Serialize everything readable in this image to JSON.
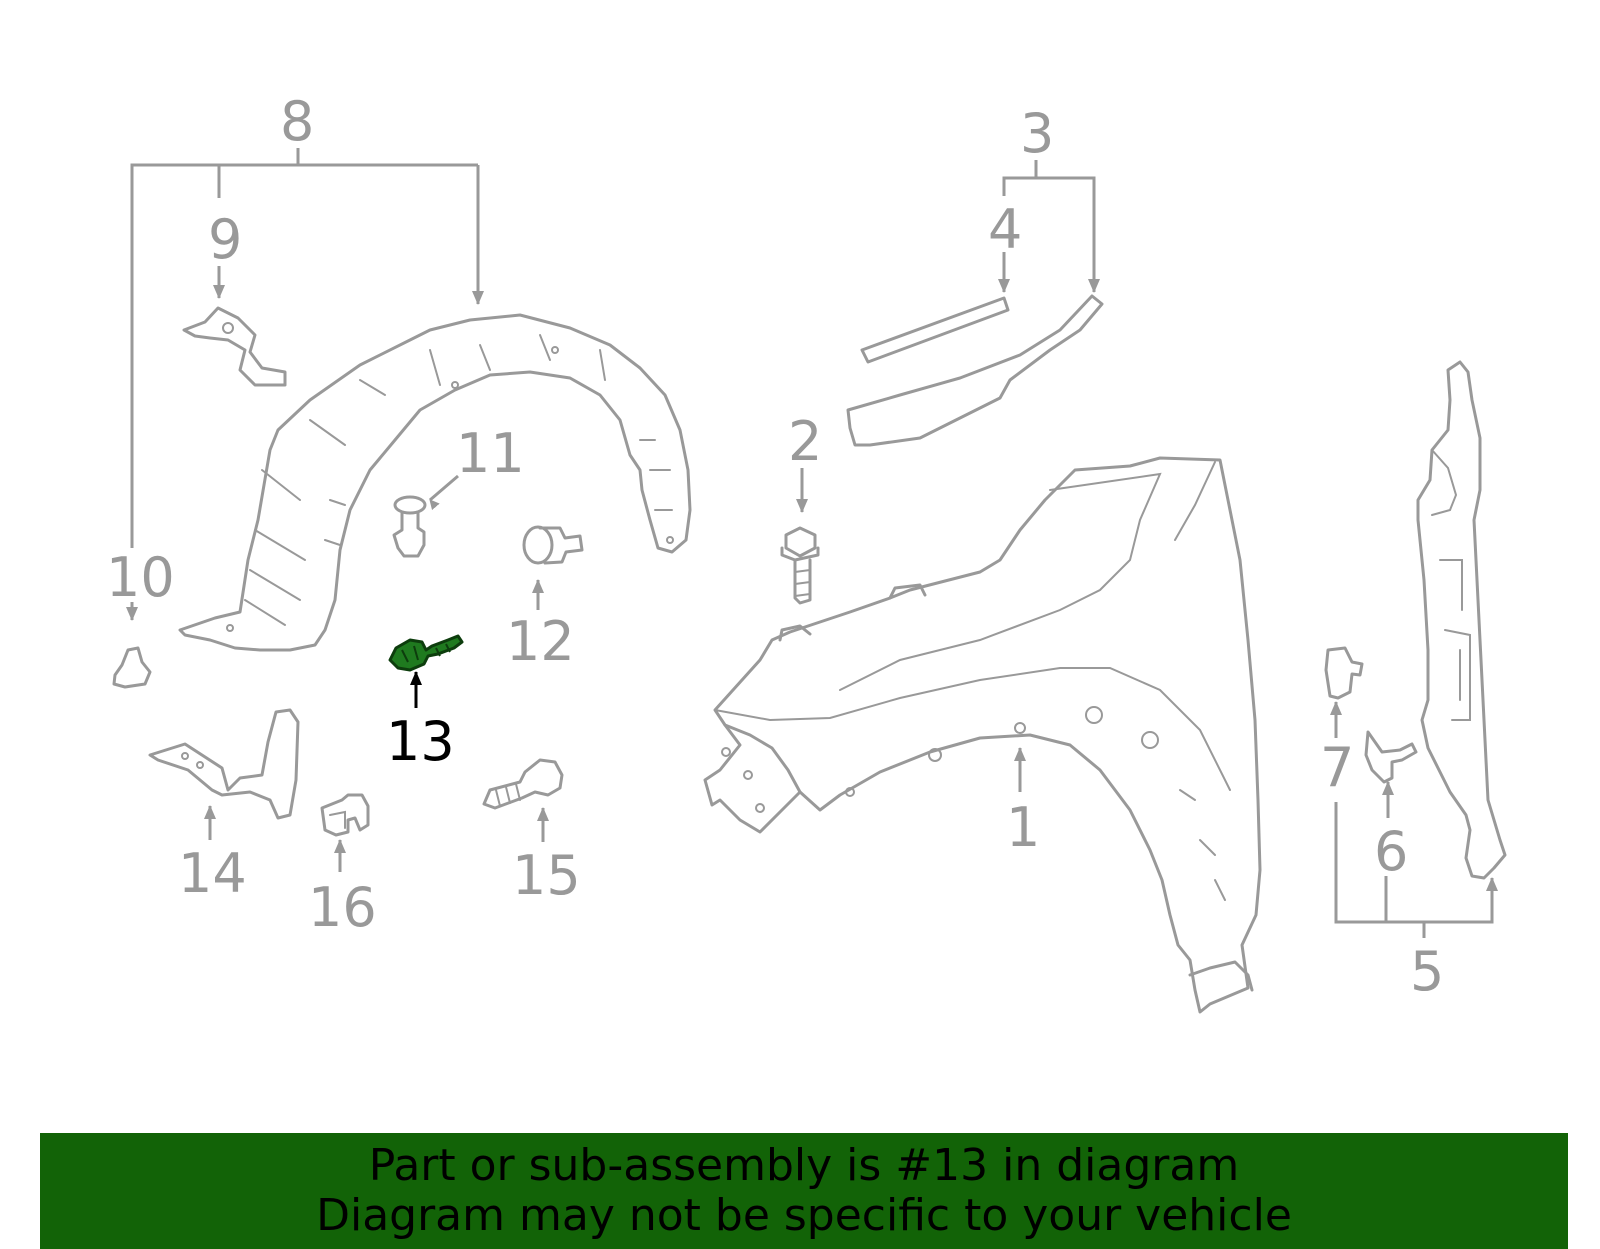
{
  "callouts": {
    "c1": "1",
    "c2": "2",
    "c3": "3",
    "c4": "4",
    "c5": "5",
    "c6": "6",
    "c7": "7",
    "c8": "8",
    "c9": "9",
    "c10": "10",
    "c11": "11",
    "c12": "12",
    "c13": "13",
    "c14": "14",
    "c15": "15",
    "c16": "16"
  },
  "highlighted_part": "13",
  "colors": {
    "line": "#999999",
    "highlight_fill": "#1f7a1f",
    "banner_bg": "#126307",
    "banner_text": "#000000"
  },
  "banner": {
    "line1": "Part or sub-assembly is #13 in diagram",
    "line2": "Diagram may not be specific to your vehicle"
  }
}
